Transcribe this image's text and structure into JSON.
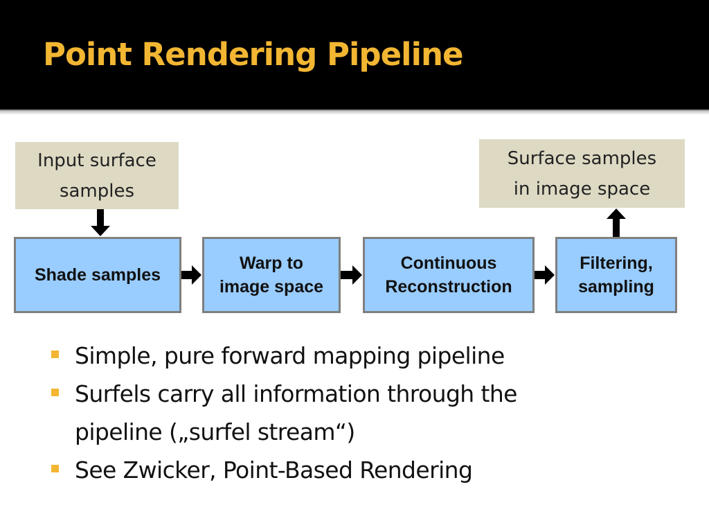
{
  "slide": {
    "title": "Point Rendering Pipeline"
  },
  "diagram": {
    "input": [
      "Input surface",
      "samples"
    ],
    "output": [
      "Surface samples",
      "in image space"
    ],
    "stages": [
      {
        "lines": [
          "Shade samples"
        ]
      },
      {
        "lines": [
          "Warp to",
          "image space"
        ]
      },
      {
        "lines": [
          "Continuous",
          "Reconstruction"
        ]
      },
      {
        "lines": [
          "Filtering,",
          "sampling"
        ]
      }
    ]
  },
  "bullets": [
    {
      "lines": [
        "Simple, pure forward mapping pipeline"
      ]
    },
    {
      "lines": [
        "Surfels carry all information through the",
        "pipeline („surfel stream“)"
      ]
    },
    {
      "lines": [
        "See Zwicker, Point-Based Rendering"
      ]
    }
  ],
  "colors": {
    "title": "#f2b632",
    "header_bg": "#000000",
    "stage_fill": "#99ccff",
    "stage_border": "#7f7f7f",
    "io_fill": "#ddd9c3",
    "bullet": "#f2b632"
  }
}
